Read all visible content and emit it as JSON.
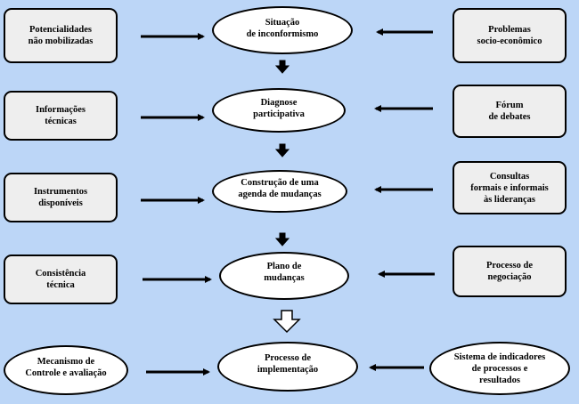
{
  "left": [
    {
      "name": "potencialidades-box",
      "text": "Potencialidades\nnão mobilizadas"
    },
    {
      "name": "informacoes-box",
      "text": "Informações\ntécnicas"
    },
    {
      "name": "instrumentos-box",
      "text": "Instrumentos\ndisponíveis"
    },
    {
      "name": "consistencia-box",
      "text": "Consistência\ntécnica"
    },
    {
      "name": "mecanismo-ellipse",
      "text": "Mecanismo  de\nControle e avaliação"
    }
  ],
  "center": [
    {
      "name": "situacao-ellipse",
      "text": "Situação\nde inconformismo"
    },
    {
      "name": "diagnose-ellipse",
      "text": "Diagnose\nparticipativa"
    },
    {
      "name": "construcao-ellipse",
      "text": "Construção de uma\nagenda de mudanças"
    },
    {
      "name": "plano-ellipse",
      "text": "Plano de\nmudanças"
    },
    {
      "name": "processo-implementacao-ellipse",
      "text": "Processo de\nimplementação"
    }
  ],
  "right": [
    {
      "name": "problemas-box",
      "text": "Problemas\nsocio-econômico"
    },
    {
      "name": "forum-box",
      "text": "Fórum\nde debates"
    },
    {
      "name": "consultas-box",
      "text": "Consultas\nformais  e informais\nàs lideranças"
    },
    {
      "name": "negociacao-box",
      "text": "Processo de\nnegociação"
    },
    {
      "name": "indicadores-ellipse",
      "text": "Sistema  de indicadores\nde processos e\nresultados"
    }
  ],
  "colors": {
    "background": "#bcd6f7",
    "box_fill": "#eeeeee",
    "ellipse_fill": "#ffffff",
    "stroke": "#000000"
  }
}
